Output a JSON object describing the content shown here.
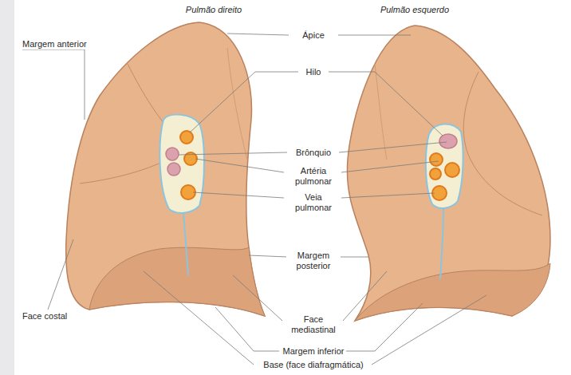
{
  "diagram": {
    "labels": [
      "Pulmão direito",
      "Pulmão esquerdo",
      "Margem anterior",
      "Ápice",
      "Hilo",
      "Brônquio",
      "Artéria pulmonar",
      "Veia pulmonar",
      "Margem posterior",
      "Face costal",
      "Face mediastinal",
      "Margem inferior",
      "Base (face diafragmática)"
    ]
  }
}
